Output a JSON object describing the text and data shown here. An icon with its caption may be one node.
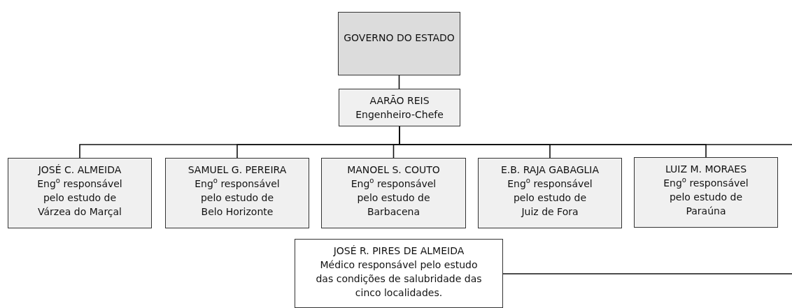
{
  "diagram": {
    "nodes": [
      {
        "text": [
          "GOVERNO DO ESTADO"
        ]
      },
      {
        "text": [
          "AARÃO REIS",
          "Engenheiro-Chefe"
        ]
      },
      {
        "text": [
          "JOSÉ C. ALMEIDA",
          "Eng$^{o}$ responsável pelo estudo de Várzea do Marçal"
        ]
      },
      {
        "text": [
          "SAMUEL G. PEREIRA",
          "Eng$^{o}$ responsável pelo estudo de Belo Horizonte"
        ]
      },
      {
        "text": [
          "MANOEL S. COUTO",
          "Eng$^{o}$ responsável pelo estudo de Barbacena"
        ]
      },
      {
        "text": [
          "E.B. RAJA GABAGLIA",
          "Eng$^{o}$ responsável pelo estudo de Juiz de Fora"
        ]
      },
      {
        "text": [
          "LUIZ M. MORAES",
          "Eng$^{o}$ responsável pelo estudo de Paraúna"
        ]
      },
      {
        "text": [
          "JOSÉ R. PIRES DE ALMEIDA",
          "Médico responsável pelo estudo das condições de salubridade das cinco localidades."
        ]
      }
    ],
    "edges": [
      {
        "from": 0,
        "to": 1,
        "arrow": "none"
      },
      {
        "from": 1,
        "to": 2,
        "arrow": "none"
      },
      {
        "from": 1,
        "to": 3,
        "arrow": "none"
      },
      {
        "from": 1,
        "to": 4,
        "arrow": "none"
      },
      {
        "from": 1,
        "to": 5,
        "arrow": "none"
      },
      {
        "from": 1,
        "to": 6,
        "arrow": "none"
      },
      {
        "from": 1,
        "to": null,
        "arrow": "none"
      },
      {
        "from": 7,
        "to": null,
        "arrow": "none"
      }
    ]
  }
}
